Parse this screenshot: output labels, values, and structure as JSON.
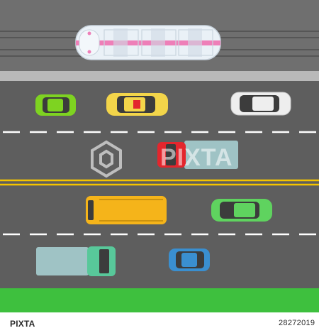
{
  "footer": {
    "brand": "PIXTA",
    "image_id": "28272019"
  },
  "watermark": {
    "text": "PIXTA"
  },
  "colors": {
    "rail_ground": "#6f6f6f",
    "sidewalk": "#b9b9b9",
    "road": "#5e5e5e",
    "lane_mark": "#ffffff",
    "center_line": "#f5c400",
    "grass": "#3ec03e",
    "tram_body": "#eaf1f7",
    "tram_stripe": "#ee7fb8"
  },
  "vehicles": [
    {
      "kind": "car",
      "color": "#7ed321",
      "icon": "green-car-icon"
    },
    {
      "kind": "taxi",
      "color": "#f3d54a",
      "icon": "taxi-icon"
    },
    {
      "kind": "car",
      "color": "#eeeeee",
      "icon": "white-car-icon"
    },
    {
      "kind": "truck",
      "color": "#e3262d",
      "icon": "red-truck-icon"
    },
    {
      "kind": "bus",
      "color": "#f5b41a",
      "icon": "school-bus-icon"
    },
    {
      "kind": "car",
      "color": "#5fd35f",
      "icon": "green-car-icon"
    },
    {
      "kind": "truck",
      "color": "#58c89a",
      "icon": "green-truck-icon"
    },
    {
      "kind": "car",
      "color": "#3a8fd0",
      "icon": "blue-car-icon"
    }
  ]
}
